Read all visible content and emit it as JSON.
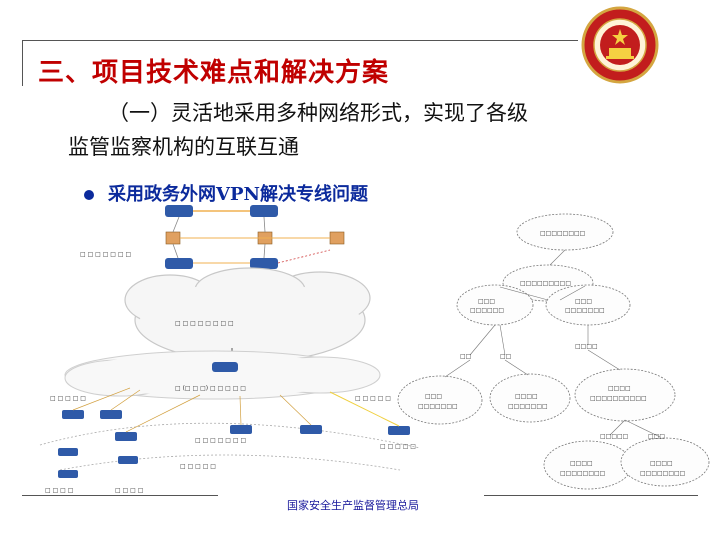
{
  "slide": {
    "title": "三、项目技术难点和解决方案",
    "subtitle_line1": "（一）灵活地采用多种网络形式，实现了各级",
    "subtitle_line2": "监管监察机构的互联互通",
    "bullet": "采用政务外网VPN解决专线问题",
    "footer": "国家安全生产监督管理总局"
  },
  "colors": {
    "title": "#c00000",
    "bullet": "#0b2a9c",
    "footer": "#1a1a9c",
    "router": "#2f5aa8",
    "firewall": "#e0a060"
  },
  "icons": {
    "emblem": "national-emblem-seal",
    "router": "router-icon",
    "firewall": "firewall-icon",
    "cloud": "cloud-icon"
  }
}
